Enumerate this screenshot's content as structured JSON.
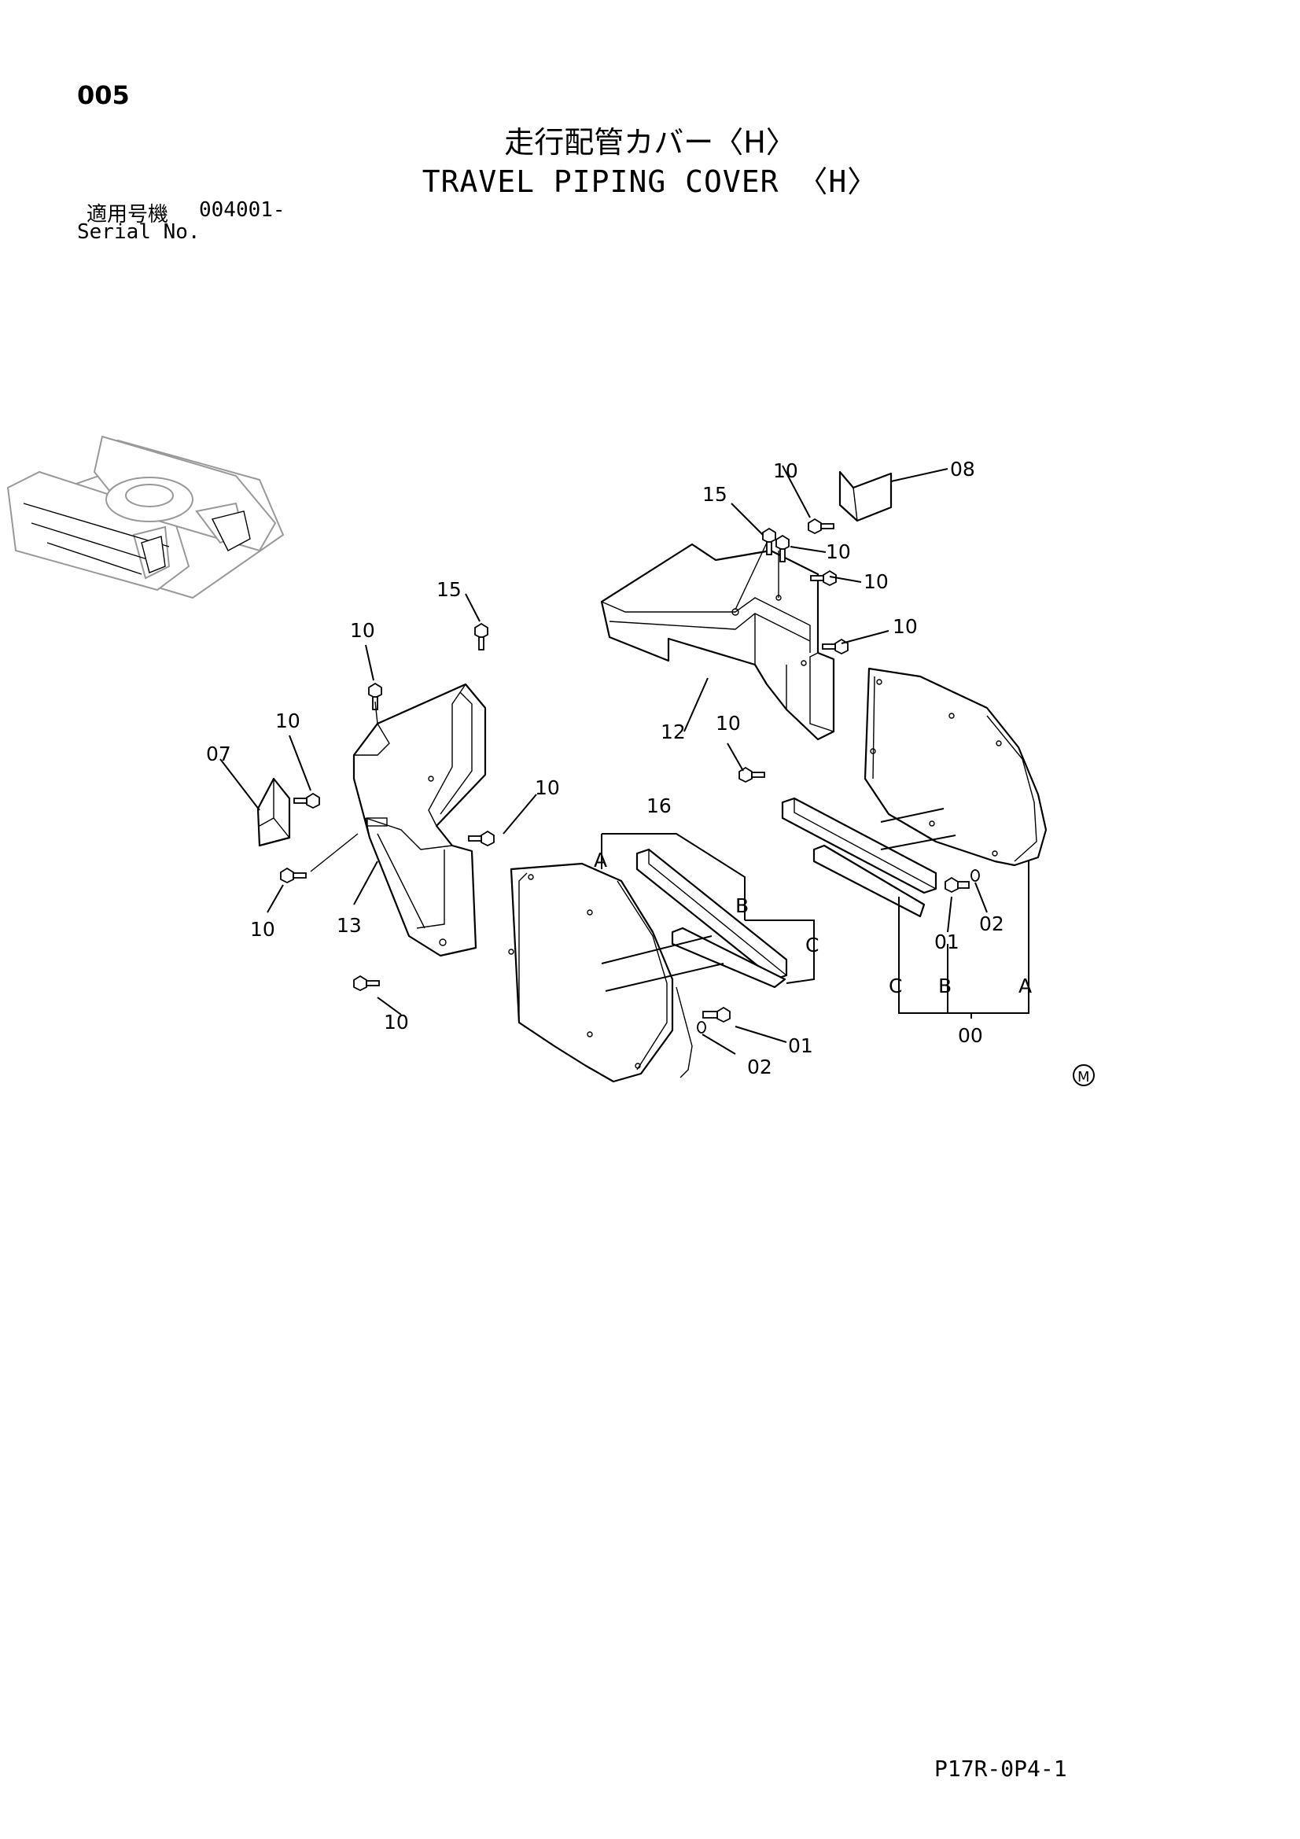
{
  "header": {
    "page_number": "005",
    "title_jp": "走行配管カバー〈H〉",
    "title_en": "TRAVEL PIPING COVER 〈H〉",
    "serial_label_jp": "適用号機",
    "serial_value": "004001-",
    "serial_label_en": "Serial No."
  },
  "callouts": {
    "c08": "08",
    "c10_top": "10",
    "c15_top": "15",
    "c10_a": "10",
    "c10_b": "10",
    "c10_c": "10",
    "c12": "12",
    "c10_d": "10",
    "c15_left": "15",
    "c10_left_top": "10",
    "c10_bracket": "10",
    "c07": "07",
    "c10_mid": "10",
    "c10_lower_left": "10",
    "c13": "13",
    "c10_bottom": "10",
    "c16": "16",
    "a_left": "A",
    "b_left": "B",
    "c_left": "C",
    "c01_left": "01",
    "c02_left": "02",
    "c01_right": "01",
    "c02_right": "02",
    "c_right": "C",
    "b_right": "B",
    "a_right": "A",
    "c00": "00"
  },
  "marker": {
    "symbol": "M",
    "label": "M"
  },
  "footer": {
    "doc_code": "P17R-0P4-1"
  }
}
